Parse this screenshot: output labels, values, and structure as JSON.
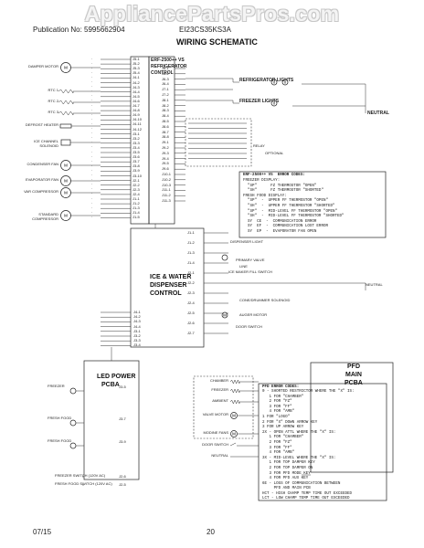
{
  "watermark": "AppliancePartsPros.com",
  "header": {
    "publication": "Publication No: 5995662904",
    "model": "EI23CS35KS3A",
    "title": "WIRING SCHEMATIC"
  },
  "footer": {
    "date": "07/15",
    "page": "20"
  },
  "boards": {
    "refrigerator_control": [
      "ERF-2500++ VS",
      "REFRIGERATOR",
      "CONTROL"
    ],
    "ice_water": [
      "ICE & WATER",
      "DISPENSER",
      "CONTROL"
    ],
    "led_power": [
      "LED POWER",
      "PCBA"
    ],
    "pfd_main": [
      "PFD",
      "MAIN",
      "PCBA"
    ]
  },
  "left_components": [
    {
      "label": "DAMPER MOTOR",
      "kind": "motor"
    },
    {
      "label": "RTC 1",
      "kind": "resistor"
    },
    {
      "label": "RTC 2",
      "kind": "resistor"
    },
    {
      "label": "RTC 3",
      "kind": "resistor"
    },
    {
      "label": "DEFROST HEATER",
      "kind": "heater"
    },
    {
      "label": "ICE CHANNEL SOLENOID",
      "kind": "coil"
    },
    {
      "label": "CONDENSER FAN",
      "kind": "motor"
    },
    {
      "label": "EVAPORATOR FAN",
      "kind": "motor"
    },
    {
      "label": "VAR COMPRESSOR",
      "kind": "motor"
    },
    {
      "label": "STANDARD COMPRESSOR",
      "kind": "motor"
    }
  ],
  "right_loads": {
    "refrigerator_lights": "REFRIGERATOR LIGHTS",
    "freezer_lights": "FREEZER LIGHTS",
    "neutral": "NEUTRAL",
    "relay": "RELAY",
    "optional": "OPTIONAL"
  },
  "error_codes": {
    "heading": "ERF-2500++ VS  ERROR CODES:",
    "lines": [
      "FREEZER DISPLAY:",
      "  \"SP\"      FZ THERMOSTOR \"OPEN\"",
      "  \"SH\"      FZ THERMOSTOR \"SHORTED\"",
      "FRESH FOOD DISPLAY:",
      "  \"SP\"  -  UPPER FF THERMOSTOR \"OPEN\"",
      "  \"SH\"  -  UPPER FF THERMOSTOR \"SHORTED\"",
      "  \"SP\"  -  MID-LEVEL FF THERMOSTOR \"OPEN\"",
      "  \"SH\"  -  MID-LEVEL FF THERMOSTOR \"SHORTED\"",
      "  SY  CE  -  COMMUNICATION ERROR",
      "  SY  EF  -  COMMUNICATION LOST ERROR",
      "  SY  EP  -  EVAPORATOR FAN OPEN"
    ]
  },
  "dispenser_items": {
    "dispenser_light": "DISPENSER LIGHT",
    "primary_valve": "PRIMARY VALVE",
    "ice_water_valve": "ICE MAKER FILL SWITCH",
    "line": "LINE",
    "neutral": "NEUTRAL",
    "dispenser_motor": "CONE/DRUMMER SOLENOID",
    "auger_motor": "AUGER MOTOR",
    "door_switch": "DOOR SWITCH"
  },
  "led_inputs": [
    {
      "label": "FREEZER",
      "pin": "J3-5"
    },
    {
      "label": "FRESH FOOD",
      "pin": "J3-7"
    },
    {
      "label": "FRESH FOOD",
      "pin": "J3-9"
    },
    {
      "label": "FREEZER SWITCH (120V AC)",
      "pin": "J2-6"
    },
    {
      "label": "FRESH FOOD SWITCH (120V AC)",
      "pin": "J2-5"
    }
  ],
  "pfd_inputs": [
    {
      "label": "CHAMBER",
      "kind": "therm"
    },
    {
      "label": "FREEZER",
      "kind": "therm"
    },
    {
      "label": "AMBIENT",
      "kind": "therm"
    },
    {
      "label": "VALVE MOTOR",
      "kind": "motor"
    },
    {
      "label": "MODINE FANS",
      "kind": "motor"
    },
    {
      "label": "DOOR SWITCH",
      "kind": "switch"
    },
    {
      "label": "NEUTRAL",
      "kind": "line"
    }
  ],
  "pfd_error_codes": {
    "heading": "PFD ERROR CODES:",
    "lines": [
      "0 - SHORTED RESTRICTOR WHERE THE \"X\" IS:",
      "   1 FOR \"CHAMBER\"",
      "   2 FOR \"FZ\"",
      "   3 FOR \"FF\"",
      "   4 FOR \"AMB\"",
      "1 FOR \"LOGO\"",
      "2 FOR \"X\" DOWN ARROW KEY",
      "3 FOR UP ARROW KEY",
      "2X - OPEN ATTL WHERE THE \"X\" IS:",
      "   1 FOR \"CHAMBER\"",
      "   2 FOR \"FZ\"",
      "   3 FOR \"FF\"",
      "   4 FOR \"AMB\"",
      "3X - MID-LEVEL WHERE THE \"X\" IS:",
      "   1 FOR TOP DAMPER KEY",
      "   2 FOR TOP DAMPER ON",
      "   3 FOR PFD MODE KEY",
      "   4 FOR PFD AUX KEY",
      "6E - LOSS OF COMMUNICATION BETWEEN",
      "     PFD AND MAIN PCB",
      "HCT - HIGH CHAMP TEMP TIME OUT EXCEEDED",
      "LCT - LOW CHAMP TEMP TIME OUT EXCEEDED"
    ]
  },
  "pins": {
    "rc_left": [
      "J5-1",
      "J5-2",
      "J5-3",
      "J5-4",
      "J4-1",
      "J4-2",
      "J4-3",
      "J4-4",
      "J4-5",
      "J4-6",
      "J4-7",
      "J4-8",
      "J4-9",
      "J4-10",
      "J4-11",
      "J4-12",
      "J3-1",
      "J3-2",
      "J3-3",
      "J3-4",
      "J3-5",
      "J3-6",
      "J3-7",
      "J3-8",
      "J3-9",
      "J3-10",
      "J2-1",
      "J2-2",
      "J2-3",
      "J2-4",
      "J1-1",
      "J1-2",
      "J1-3",
      "J1-4",
      "J1-5"
    ],
    "rc_right": [
      "J6-1",
      "J6-2",
      "J6-3",
      "J6-4",
      "J7-1",
      "J7-2",
      "J8-1",
      "J8-2",
      "J8-3",
      "J8-4",
      "J8-5",
      "J8-6",
      "J8-7",
      "J8-8",
      "J9-1",
      "J9-2",
      "J9-3",
      "J9-4",
      "J9-5",
      "J9-6",
      "J10-1",
      "J10-2",
      "J10-3",
      "J11-1",
      "J11-2",
      "J11-3"
    ],
    "iw_left": [
      "J4-1",
      "J4-2",
      "J4-3",
      "J4-4",
      "J3-1",
      "J3-2",
      "J3-3",
      "J3-4"
    ],
    "iw_right": [
      "J1-1",
      "J1-2",
      "J1-3",
      "J1-4",
      "J2-1",
      "J2-2",
      "J2-3",
      "J2-4",
      "J2-5",
      "J2-6",
      "J2-7"
    ]
  }
}
